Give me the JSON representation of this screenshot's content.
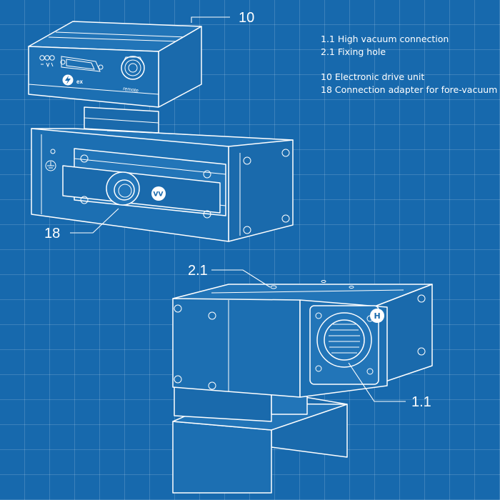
{
  "legend": {
    "items": [
      "1.1 High vacuum connection",
      "2.1 Fixing hole",
      "10 Electronic drive unit",
      "18 Connection adapter for fore-vacuum"
    ]
  },
  "callouts": {
    "drive_unit": "10",
    "fore_vacuum_adapter": "18",
    "fixing_hole": "2.1",
    "high_vacuum_connection": "1.1"
  },
  "markings": {
    "brand_mark": "VV",
    "h_marker": "H",
    "panel_symbol": "ex",
    "socket_label": "remote"
  },
  "colors": {
    "background": "#1769ad",
    "grid": "#4f8ec4",
    "line": "#ffffff"
  }
}
